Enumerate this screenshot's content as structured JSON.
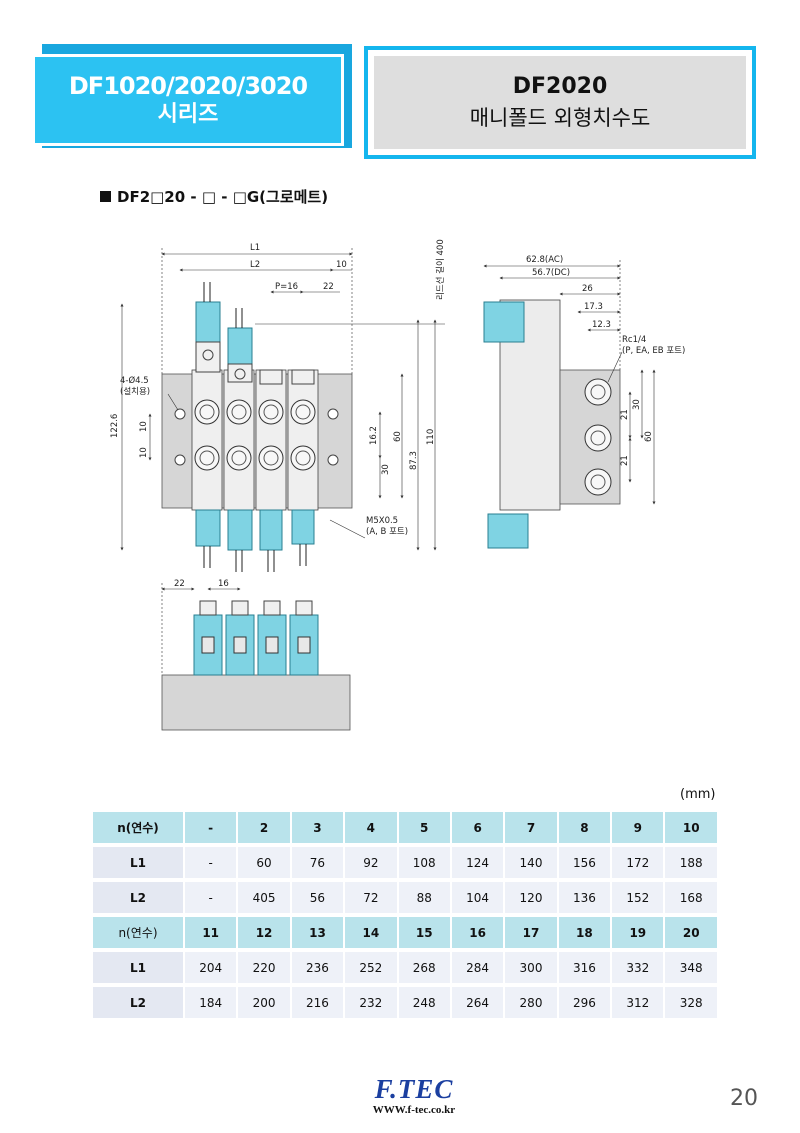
{
  "header": {
    "series_line1": "DF1020/2020/3020",
    "series_line2": "시리즈",
    "model": "DF2020",
    "subtitle": "매니폴드 외형치수도"
  },
  "section_title": "DF2□20 - □ - □G(그로메트)",
  "front_view_labels": {
    "L1": "L1",
    "L2": "L2",
    "d10": "10",
    "pitch": "P=16",
    "d22": "22",
    "mount_hole": "4-Ø4.5",
    "mount_hole_note": "(설치용)",
    "h122_6": "122.6",
    "d10a": "10",
    "d10b": "10",
    "d16_2": "16.2",
    "d60": "60",
    "d30": "30",
    "d87_3": "87.3",
    "d110": "110",
    "lead_wire": "리드선 길이 400",
    "m5": "M5X0.5",
    "m5_note": "(A, B 포트)"
  },
  "side_view_labels": {
    "d62_8": "62.8(AC)",
    "d56_7": "56.7(DC)",
    "d26": "26",
    "d17_3": "17.3",
    "d12_3": "12.3",
    "rc": "Rc1/4",
    "rc_note": "(P, EA, EB 포트)",
    "d21a": "21",
    "d21b": "21",
    "d30": "30",
    "d60": "60"
  },
  "bottom_view_labels": {
    "d22": "22",
    "d16": "16"
  },
  "table": {
    "unit": "(mm)",
    "head1": [
      "n(연수)",
      "-",
      "2",
      "3",
      "4",
      "5",
      "6",
      "7",
      "8",
      "9",
      "10"
    ],
    "l1_row1": [
      "L1",
      "-",
      "60",
      "76",
      "92",
      "108",
      "124",
      "140",
      "156",
      "172",
      "188"
    ],
    "l2_row1": [
      "L2",
      "-",
      "405",
      "56",
      "72",
      "88",
      "104",
      "120",
      "136",
      "152",
      "168"
    ],
    "head2": [
      "n(연수)",
      "11",
      "12",
      "13",
      "14",
      "15",
      "16",
      "17",
      "18",
      "19",
      "20"
    ],
    "l1_row2": [
      "L1",
      "204",
      "220",
      "236",
      "252",
      "268",
      "284",
      "300",
      "316",
      "332",
      "348"
    ],
    "l2_row2": [
      "L2",
      "184",
      "200",
      "216",
      "232",
      "248",
      "264",
      "280",
      "296",
      "312",
      "328"
    ]
  },
  "footer": {
    "brand": "F.TEC",
    "url": "WWW.f-tec.co.kr",
    "page": "20"
  },
  "colors": {
    "accent": "#2cc2f2",
    "valve_blue": "#7fd3e3",
    "table_header": "#b9e3eb"
  }
}
